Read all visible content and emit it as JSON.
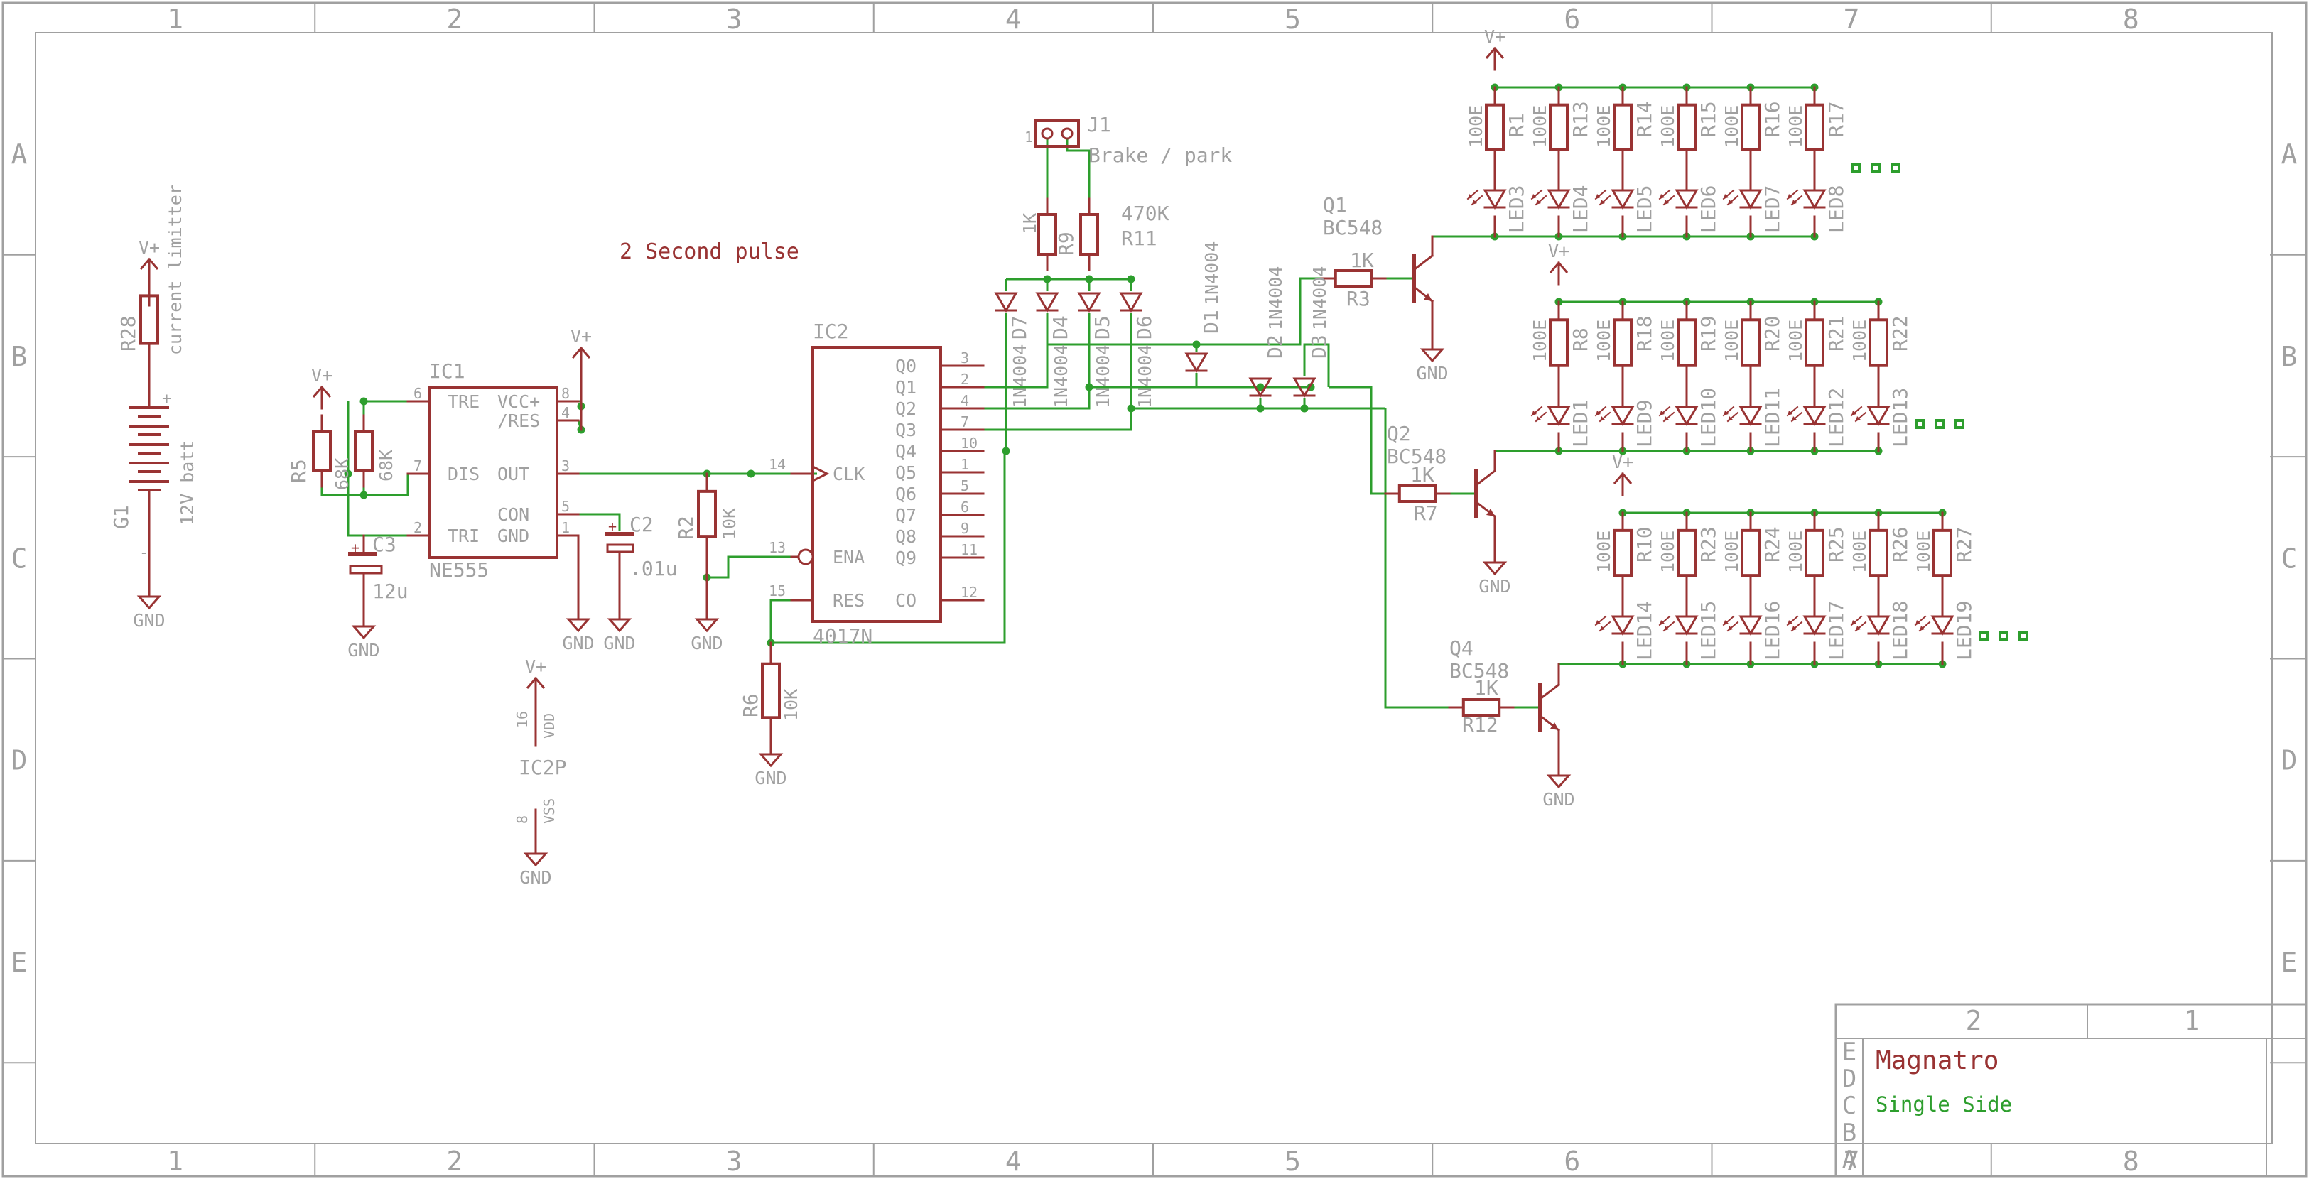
{
  "frame": {
    "columns": [
      "1",
      "2",
      "3",
      "4",
      "5",
      "6",
      "7",
      "8"
    ],
    "rows": [
      "A",
      "B",
      "C",
      "D",
      "E"
    ]
  },
  "title_block": {
    "title": "Magnatro",
    "subtitle": "Single Side",
    "columns": [
      "2",
      "1"
    ],
    "rows": [
      "E",
      "D",
      "C",
      "B",
      "A"
    ]
  },
  "note": "2 Second pulse",
  "power": {
    "vplus": "V+",
    "gnd": "GND"
  },
  "battery": {
    "ref": "G1",
    "value": "12V batt",
    "plus": "+",
    "minus": "-"
  },
  "r28": {
    "ref": "R28",
    "value": "current limitter"
  },
  "ic1": {
    "ref": "IC1",
    "part": "NE555",
    "pins": [
      "TRE",
      "VCC+",
      "/RES",
      "DIS",
      "OUT",
      "TRI",
      "CON",
      "GND"
    ],
    "pin_numbers": [
      "6",
      "8",
      "4",
      "7",
      "3",
      "2",
      "5",
      "1"
    ]
  },
  "r5": {
    "ref": "R5",
    "value": "68K"
  },
  "r_68k": {
    "value": "68K"
  },
  "c3": {
    "ref": "C3",
    "value": "12u"
  },
  "c2": {
    "ref": "C2",
    "value": ".01u"
  },
  "r2": {
    "ref": "R2",
    "value": "10K"
  },
  "r6": {
    "ref": "R6",
    "value": "10K"
  },
  "ic2": {
    "ref": "IC2",
    "part": "4017N",
    "left_pins": [
      "CLK",
      "ENA",
      "RES"
    ],
    "left_numbers": [
      "14",
      "13",
      "15"
    ],
    "right_pins": [
      "Q0",
      "Q1",
      "Q2",
      "Q3",
      "Q4",
      "Q5",
      "Q6",
      "Q7",
      "Q8",
      "Q9",
      "CO"
    ],
    "right_numbers": [
      "3",
      "2",
      "4",
      "7",
      "10",
      "1",
      "5",
      "6",
      "9",
      "11",
      "12"
    ]
  },
  "ic2p": {
    "ref": "IC2P",
    "vdd": "VDD",
    "vss": "VSS",
    "vdd_pin": "16",
    "vss_pin": "8"
  },
  "j1": {
    "ref": "J1",
    "label": "Brake /  park",
    "pin": "1"
  },
  "r9": {
    "ref": "R9",
    "value": "1K"
  },
  "r11": {
    "ref": "R11",
    "value": "470K"
  },
  "diodes_left": [
    {
      "ref": "D7",
      "value": "1N4004"
    },
    {
      "ref": "D4",
      "value": "1N4004"
    },
    {
      "ref": "D5",
      "value": "1N4004"
    },
    {
      "ref": "D6",
      "value": "1N4004"
    }
  ],
  "diodes_right": [
    {
      "ref": "D1",
      "value": "1N4004"
    },
    {
      "ref": "D2",
      "value": "1N4004"
    },
    {
      "ref": "D3",
      "value": "1N4004"
    }
  ],
  "transistors": [
    {
      "ref": "Q1",
      "value": "BC548",
      "rb_ref": "R3",
      "rb_value": "1K"
    },
    {
      "ref": "Q2",
      "value": "BC548",
      "rb_ref": "R7",
      "rb_value": "1K"
    },
    {
      "ref": "Q4",
      "value": "BC548",
      "rb_ref": "R12",
      "rb_value": "1K"
    }
  ],
  "led_rows": [
    {
      "resistors": [
        "R1",
        "R13",
        "R14",
        "R15",
        "R16",
        "R17"
      ],
      "leds": [
        "LED3",
        "LED4",
        "LED5",
        "LED6",
        "LED7",
        "LED8"
      ],
      "value": "100E"
    },
    {
      "resistors": [
        "R8",
        "R18",
        "R19",
        "R20",
        "R21",
        "R22"
      ],
      "leds": [
        "LED1",
        "LED9",
        "LED10",
        "LED11",
        "LED12",
        "LED13"
      ],
      "value": "100E"
    },
    {
      "resistors": [
        "R10",
        "R23",
        "R24",
        "R25",
        "R26",
        "R27"
      ],
      "leds": [
        "LED14",
        "LED15",
        "LED16",
        "LED17",
        "LED18",
        "LED19"
      ],
      "value": "100E"
    }
  ],
  "colors": {
    "frame": "#a0a0a0",
    "symbol": "#993333",
    "wire": "#2d9e2d",
    "net_label": "#a0a0a0",
    "title": "#993333"
  }
}
